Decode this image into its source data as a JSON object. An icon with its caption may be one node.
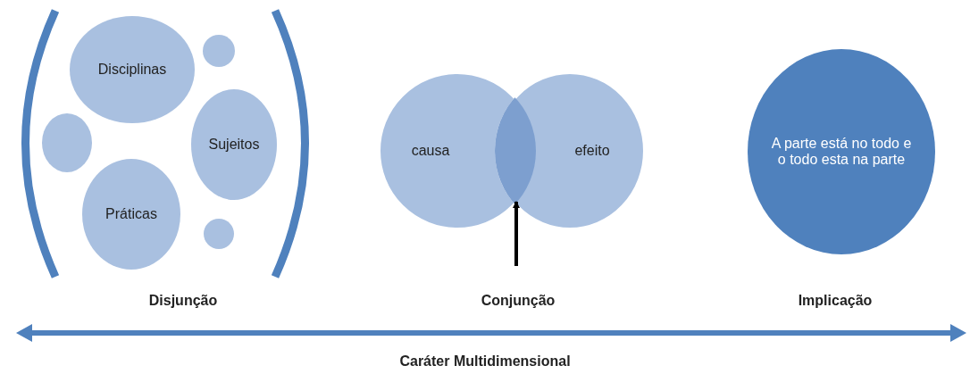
{
  "diagram": {
    "caption": "Caráter Multidimensional",
    "nodes": [
      {
        "text": [
          "Disciplinas"
        ]
      },
      {
        "text": [],
        "shape": "circle"
      },
      {
        "text": [],
        "shape": "circle"
      },
      {
        "text": [
          "Sujeitos"
        ]
      },
      {
        "text": [
          "Práticas"
        ]
      },
      {
        "text": [],
        "shape": "circle"
      },
      {
        "text": [
          "causa"
        ]
      },
      {
        "text": [
          "efeito"
        ]
      },
      {
        "text": [],
        "shape": "lens"
      },
      {
        "text": [
          "A parte está no todo e o todo esta na parte"
        ]
      }
    ],
    "edges": [
      {
        "from": null,
        "to": 8,
        "arrow": "to"
      }
    ],
    "labels": [
      "Disjunção",
      "Conjunção",
      "Implicação"
    ]
  }
}
